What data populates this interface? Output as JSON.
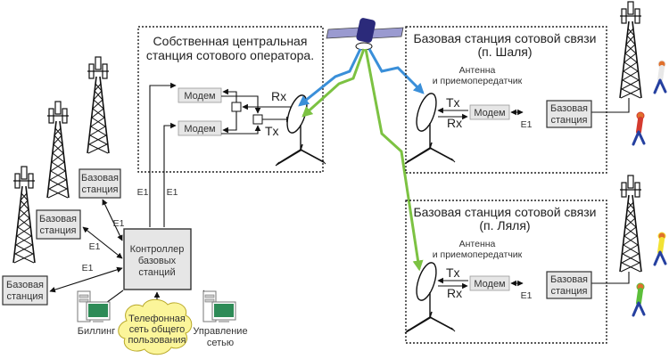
{
  "diagram": {
    "type": "GSM network with satellite backhaul",
    "central_station": {
      "title_line1": "Собственная центральная",
      "title_line2": "станция сотового оператора.",
      "modems": [
        "Модем",
        "Модем"
      ],
      "rx_label": "Rx",
      "tx_label": "Tx"
    },
    "remote_sites": [
      {
        "title_line1": "Базовая станция сотовой связи",
        "title_line2": "(п. Шаля)",
        "antenna_line1": "Антенна",
        "antenna_line2": "и приемопередатчик",
        "tx_label": "Tx",
        "rx_label": "Rx",
        "modem_label": "Модем",
        "link_label": "E1",
        "bts_line1": "Базовая",
        "bts_line2": "станция",
        "link_color": "#3a8fd9"
      },
      {
        "title_line1": "Базовая станция сотовой связи",
        "title_line2": "(п. Ляля)",
        "antenna_line1": "Антенна",
        "antenna_line2": "и приемопередатчик",
        "tx_label": "Tx",
        "rx_label": "Rx",
        "modem_label": "Модем",
        "link_label": "E1",
        "bts_line1": "Базовая",
        "bts_line2": "станция",
        "link_color": "#7cc242"
      }
    ],
    "local_bts": [
      {
        "line1": "Базовая",
        "line2": "станция",
        "link_label": "E1"
      },
      {
        "line1": "Базовая",
        "line2": "станция",
        "link_label": "E1"
      },
      {
        "line1": "Базовая",
        "line2": "станция",
        "link_label": "E1"
      }
    ],
    "controller": {
      "line1": "Контроллер",
      "line2": "базовых",
      "line3": "станций"
    },
    "controller_uplinks": [
      "E1",
      "E1"
    ],
    "billing_label": "Биллинг",
    "network_mgmt": {
      "line1": "Управление",
      "line2": "сетью"
    },
    "pstn": {
      "line1": "Телефонная",
      "line2": "сеть общего",
      "line3": "пользования"
    },
    "colors": {
      "satellite_link_blue": "#3a8fd9",
      "satellite_link_green": "#7cc242",
      "box_fill": "#e6e6e6",
      "cloud_fill": "#fbf59a",
      "monitor_screen": "#2e8b57",
      "satellite_body": "#2b2a7a",
      "satellite_panel": "#9a9ad0"
    }
  }
}
